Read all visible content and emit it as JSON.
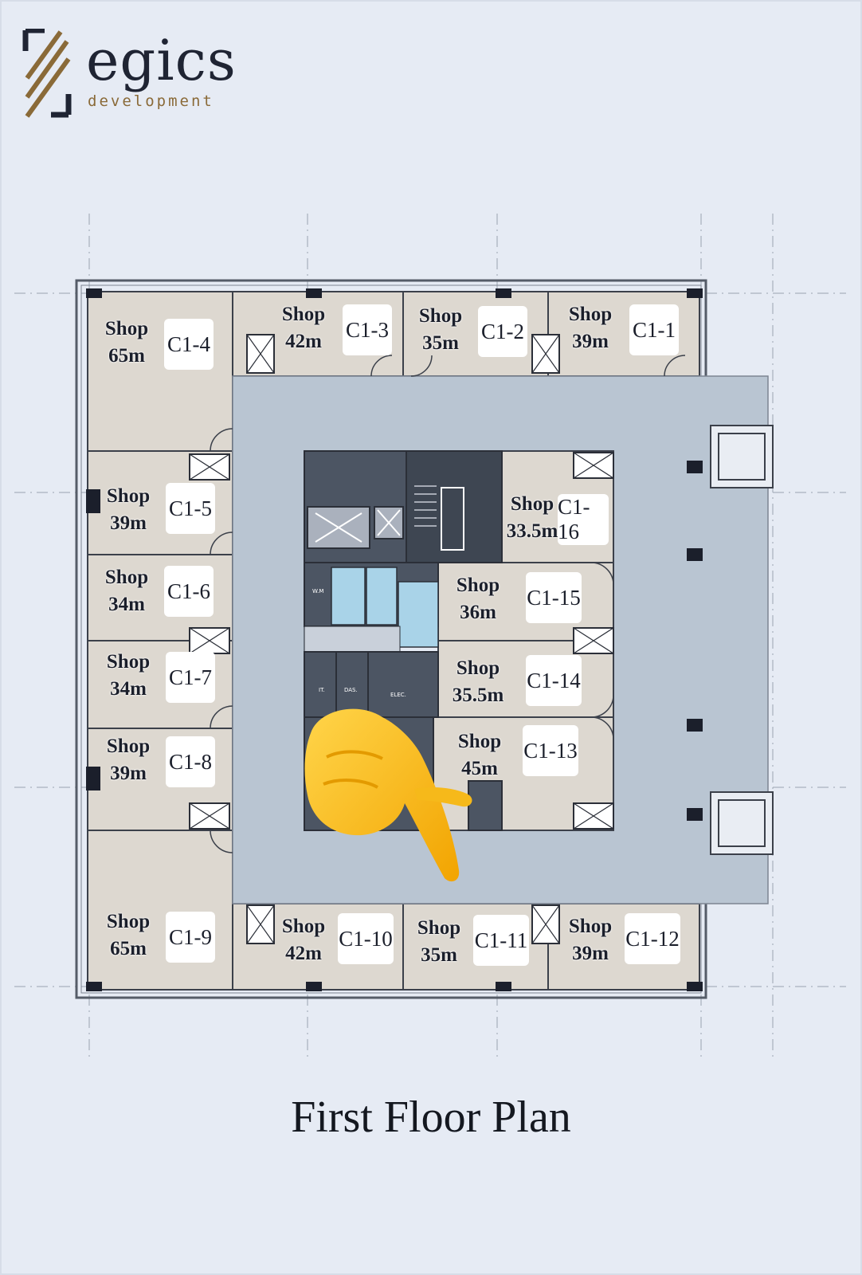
{
  "brand": {
    "name": "egics",
    "tagline": "development"
  },
  "title": "First Floor Plan",
  "colors": {
    "background": "#e6ebf4",
    "shop": "#ddd8d0",
    "corridor": "#b9c5d2",
    "core": "#4c5563",
    "wet": "#a9d3e8",
    "brand_gold": "#8a6a38"
  },
  "units": [
    {
      "shop": "Shop",
      "area": "65m",
      "id": "C1-4"
    },
    {
      "shop": "Shop",
      "area": "42m",
      "id": "C1-3"
    },
    {
      "shop": "Shop",
      "area": "35m",
      "id": "C1-2"
    },
    {
      "shop": "Shop",
      "area": "39m",
      "id": "C1-1"
    },
    {
      "shop": "Shop",
      "area": "39m",
      "id": "C1-5"
    },
    {
      "shop": "Shop",
      "area": "34m",
      "id": "C1-6"
    },
    {
      "shop": "Shop",
      "area": "34m",
      "id": "C1-7"
    },
    {
      "shop": "Shop",
      "area": "39m",
      "id": "C1-8"
    },
    {
      "shop": "Shop",
      "area": "65m",
      "id": "C1-9"
    },
    {
      "shop": "Shop",
      "area": "42m",
      "id": "C1-10"
    },
    {
      "shop": "Shop",
      "area": "35m",
      "id": "C1-11"
    },
    {
      "shop": "Shop",
      "area": "39m",
      "id": "C1-12"
    },
    {
      "shop": "Shop",
      "area": "33.5m",
      "id": "C1-16"
    },
    {
      "shop": "Shop",
      "area": "36m",
      "id": "C1-15"
    },
    {
      "shop": "Shop",
      "area": "35.5m",
      "id": "C1-14"
    },
    {
      "shop": "Shop",
      "area": "45m",
      "id": "C1-13"
    }
  ],
  "core_labels": {
    "wm": "W.M",
    "it": "IT.",
    "das": "DAS.",
    "elec": "ELEC."
  },
  "icons": [
    "egics-logo-icon",
    "pointing-hand-icon",
    "stair-icon",
    "elevator-icon"
  ]
}
